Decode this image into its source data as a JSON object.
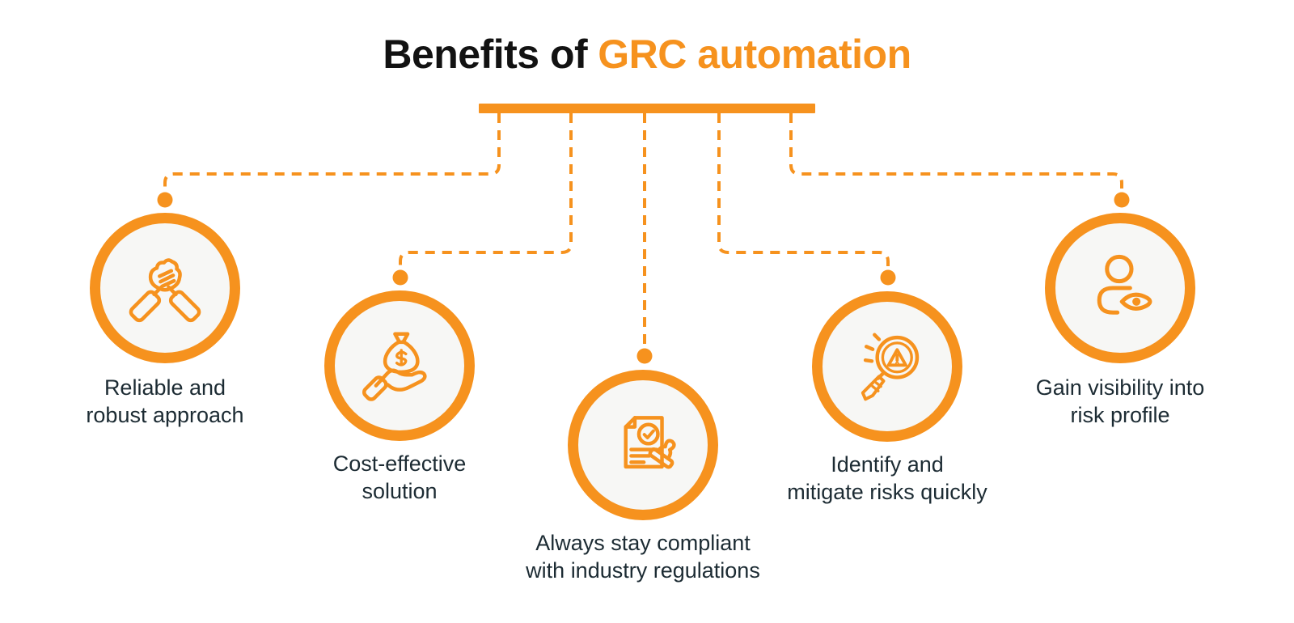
{
  "title": {
    "prefix": "Benefits of",
    "highlight": "GRC automation"
  },
  "colors": {
    "accent": "#F6921E",
    "title_text": "#121212",
    "label_text": "#1C2B33",
    "circle_fill": "#F7F7F5",
    "background": "#FFFFFF"
  },
  "benefits": [
    {
      "icon": "handshake-icon",
      "label": "Reliable and\nrobust approach"
    },
    {
      "icon": "money-hand-icon",
      "label": "Cost-effective\nsolution"
    },
    {
      "icon": "compliance-document-icon",
      "label": "Always stay compliant\nwith industry regulations"
    },
    {
      "icon": "risk-magnifier-icon",
      "label": "Identify and\nmitigate risks quickly"
    },
    {
      "icon": "person-visibility-icon",
      "label": "Gain visibility into\nrisk profile"
    }
  ]
}
